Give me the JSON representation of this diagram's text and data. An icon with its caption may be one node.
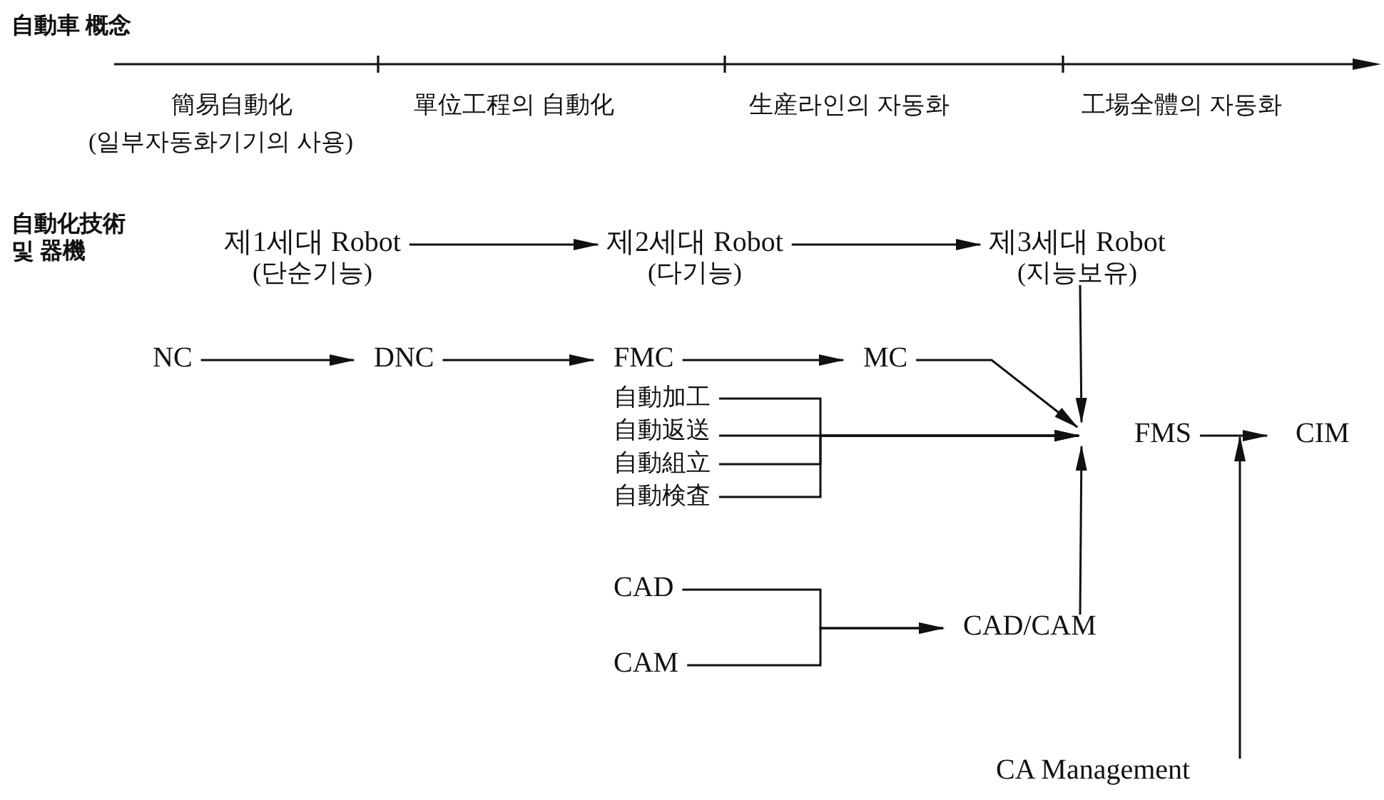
{
  "diagram": {
    "title": "自動車 概念",
    "nodes": [
      {
        "text": [
          "제1세대 Robot",
          "(단순기능)"
        ]
      },
      {
        "text": [
          "제2세대 Robot",
          "(다기능)"
        ]
      },
      {
        "text": [
          "제3세대 Robot",
          "(지능보유)"
        ]
      },
      {
        "text": [
          "NC"
        ]
      },
      {
        "text": [
          "DNC"
        ]
      },
      {
        "text": [
          "FMC"
        ]
      },
      {
        "text": [
          "MC"
        ]
      },
      {
        "text": [
          "自動加工"
        ]
      },
      {
        "text": [
          "自動返送"
        ]
      },
      {
        "text": [
          "自動組立"
        ]
      },
      {
        "text": [
          "自動検査"
        ]
      },
      {
        "text": [
          "FMS"
        ]
      },
      {
        "text": [
          "CIM"
        ]
      },
      {
        "text": [
          "CAD"
        ]
      },
      {
        "text": [
          "CAM"
        ]
      },
      {
        "text": [
          "CAD/CAM"
        ]
      },
      {
        "text": [
          "CA Management"
        ]
      }
    ],
    "edges": [
      {
        "from": 0,
        "to": 1,
        "arrow": "to"
      },
      {
        "from": 1,
        "to": 2,
        "arrow": "to"
      },
      {
        "from": 3,
        "to": 4,
        "arrow": "to"
      },
      {
        "from": 4,
        "to": 5,
        "arrow": "to"
      },
      {
        "from": 5,
        "to": 6,
        "arrow": "to"
      },
      {
        "from": 6,
        "to": 11,
        "arrow": "to"
      },
      {
        "from": 7,
        "to": 11,
        "arrow": "to"
      },
      {
        "from": 8,
        "to": 11,
        "arrow": "to"
      },
      {
        "from": 9,
        "to": 11,
        "arrow": "to"
      },
      {
        "from": 10,
        "to": 11,
        "arrow": "to"
      },
      {
        "from": 2,
        "to": 11,
        "arrow": "to"
      },
      {
        "from": 15,
        "to": 11,
        "arrow": "to"
      },
      {
        "from": 11,
        "to": 12,
        "arrow": "to"
      },
      {
        "from": 13,
        "to": 15,
        "arrow": "to"
      },
      {
        "from": 14,
        "to": 15,
        "arrow": "to"
      },
      {
        "from": 16,
        "to": 11,
        "arrow": "to"
      }
    ],
    "labels": [
      "簡易自動化",
      "(일부자동화기기의 사용)",
      "單位工程의 自動化",
      "生産라인의 자동화",
      "工場全體의 자동화",
      "自動化技術 및 器機"
    ]
  }
}
